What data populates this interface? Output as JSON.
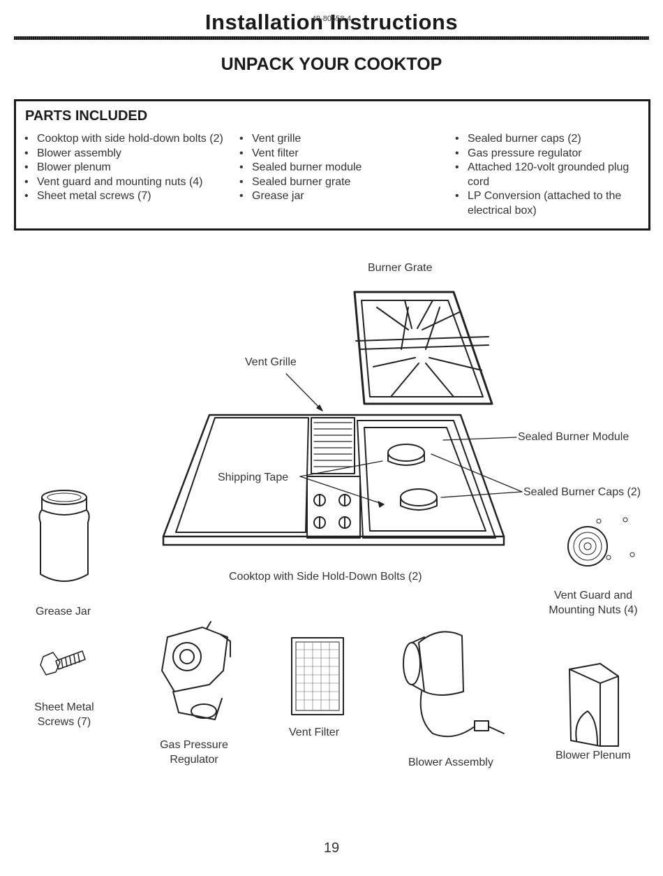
{
  "header": {
    "title": "Installation Instructions",
    "doc_number": "49-80558-4"
  },
  "section_title": "UNPACK YOUR COOKTOP",
  "parts_included": {
    "heading": "PARTS INCLUDED",
    "columns": [
      [
        "Cooktop with side hold-down bolts (2)",
        "Blower assembly",
        "Blower plenum",
        "Vent guard and mounting nuts (4)",
        "Sheet metal screws (7)"
      ],
      [
        "Vent grille",
        "Vent filter",
        "Sealed burner module",
        "Sealed burner grate",
        "Grease jar"
      ],
      [
        "Sealed burner caps (2)",
        "Gas pressure regulator",
        "Attached 120-volt grounded plug cord",
        "LP Conversion (attached to the electrical box)"
      ]
    ]
  },
  "figure_labels": {
    "burner_grate": "Burner Grate",
    "vent_grille": "Vent Grille",
    "sealed_burner_module": "Sealed Burner Module",
    "shipping_tape": "Shipping Tape",
    "sealed_burner_caps": "Sealed Burner Caps (2)",
    "cooktop": "Cooktop with Side Hold-Down Bolts (2)",
    "vent_guard_line1": "Vent Guard and",
    "vent_guard_line2": "Mounting Nuts (4)",
    "grease_jar": "Grease Jar",
    "sheet_metal_line1": "Sheet Metal",
    "sheet_metal_line2": "Screws (7)",
    "gas_regulator_line1": "Gas Pressure",
    "gas_regulator_line2": "Regulator",
    "vent_filter": "Vent Filter",
    "blower_assembly": "Blower Assembly",
    "blower_plenum": "Blower Plenum"
  },
  "page_number": "19"
}
